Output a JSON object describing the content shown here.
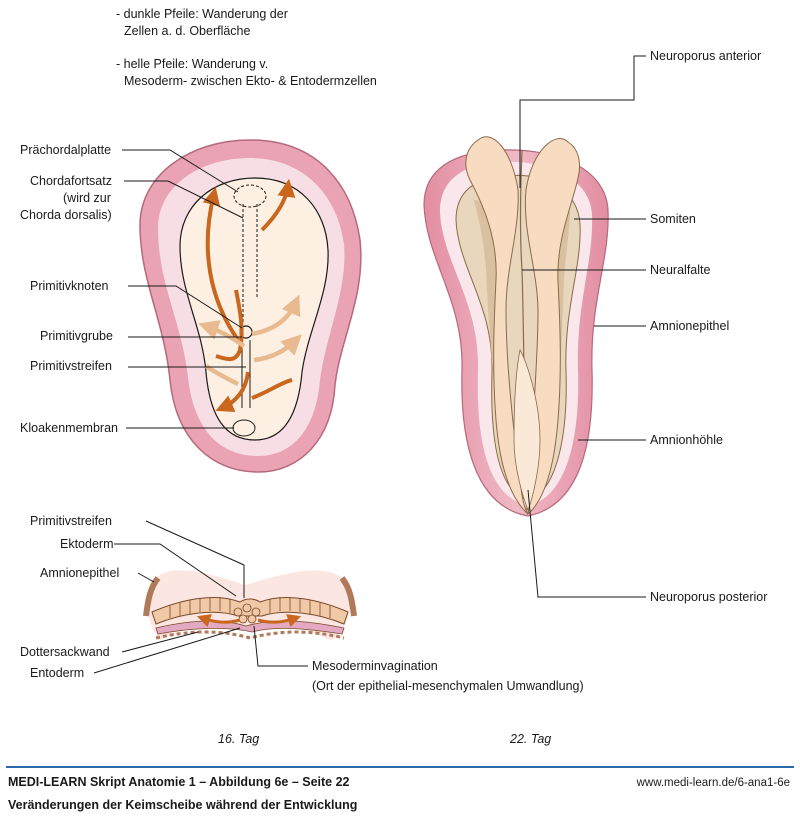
{
  "legend": {
    "dark_line1": "- dunkle Pfeile: Wanderung der",
    "dark_line2": "Zellen a. d. Oberfläche",
    "light_line1": "- helle Pfeile: Wanderung v.",
    "light_line2": "Mesoderm- zwischen Ekto- & Entodermzellen"
  },
  "day16": {
    "prechordal": "Prächordalplatte",
    "chorda1": "Chordafortsatz",
    "chorda2": "(wird zur",
    "chorda3": "Chorda dorsalis)",
    "node": "Primitivknoten",
    "pit": "Primitivgrube",
    "streak": "Primitivstreifen",
    "cloacal": "Kloakenmembran"
  },
  "section": {
    "streak": "Primitivstreifen",
    "ectoderm": "Ektoderm",
    "amnion": "Amnionepithel",
    "yolk": "Dottersackwand",
    "endoderm": "Entoderm",
    "invag1": "Mesoderminvagination",
    "invag2": "(Ort der epithelial-mesenchymalen Umwandlung)"
  },
  "day22": {
    "np_ant": "Neuroporus anterior",
    "somites": "Somiten",
    "neural_fold": "Neuralfalte",
    "amnion_epi": "Amnionepithel",
    "amnion_cav": "Amnionhöhle",
    "np_post": "Neuroporus posterior"
  },
  "captions": {
    "left": "16. Tag",
    "right": "22. Tag"
  },
  "footer": {
    "title": "MEDI-LEARN Skript Anatomie 1 – Abbildung 6e – Seite 22",
    "url": "www.medi-learn.de/6-ana1-6e",
    "subtitle": "Veränderungen der Keimscheibe während der Entwicklung"
  },
  "colors": {
    "amnion_pink": "#e9a3b4",
    "amnion_light": "#f7dde4",
    "disc": "#fdf0e3",
    "neural_tube": "#f8dcc2",
    "arrow_dark": "#c9671e",
    "arrow_light": "#e9b98f",
    "rule_blue": "#2a6aa8"
  }
}
